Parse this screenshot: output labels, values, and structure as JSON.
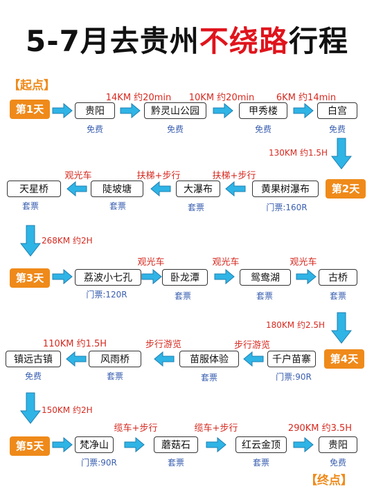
{
  "title": {
    "part1": "5-7月去贵州",
    "highlight": "不绕路",
    "part2": "行程"
  },
  "start_tag": "【起点】",
  "end_tag": "【终点】",
  "days": [
    "第1天",
    "第2天",
    "第3天",
    "第4天",
    "第5天"
  ],
  "day1": {
    "stops": [
      "贵阳",
      "黔灵山公园",
      "甲秀楼",
      "白宫"
    ],
    "notes": [
      "免费",
      "免费",
      "免费",
      "免费"
    ],
    "legs": [
      "14KM 约20min",
      "10KM 约20min",
      "6KM 约14min"
    ],
    "transfer": "130KM 约1.5H"
  },
  "day2": {
    "stops": [
      "黄果树瀑布",
      "大瀑布",
      "陡坡塘",
      "天星桥"
    ],
    "notes": [
      "门票:160R",
      "套票",
      "套票",
      "套票"
    ],
    "legs": [
      "扶梯+步行",
      "扶梯+步行",
      "观光车"
    ],
    "transfer": "268KM 约2H"
  },
  "day3": {
    "stops": [
      "荔波小七孔",
      "卧龙潭",
      "鸳鸯湖",
      "古桥"
    ],
    "notes": [
      "门票:120R",
      "套票",
      "套票",
      "套票"
    ],
    "legs": [
      "观光车",
      "观光车",
      "观光车"
    ],
    "transfer": "180KM 约2.5H"
  },
  "day4": {
    "stops": [
      "千户苗寨",
      "苗服体验",
      "风雨桥",
      "镇远古镇"
    ],
    "notes": [
      "门票:90R",
      "套票",
      "套票",
      "免费"
    ],
    "legs": [
      "步行游览",
      "步行游览",
      "110KM 约1.5H"
    ],
    "transfer": "150KM 约2H"
  },
  "day5": {
    "stops": [
      "梵净山",
      "蘑菇石",
      "红云金顶",
      "贵阳"
    ],
    "notes": [
      "门票:90R",
      "套票",
      "套票",
      "免费"
    ],
    "legs": [
      "缆车+步行",
      "缆车+步行",
      "290KM 约3.5H"
    ]
  },
  "colors": {
    "title": "#111111",
    "highlight": "#e0141c",
    "orange": "#ef8a1a",
    "red_text": "#d62a20",
    "blue_text": "#3a5fb0",
    "arrow": "#2fb4e6"
  },
  "icons": {
    "arrow": "arrow-icon"
  }
}
